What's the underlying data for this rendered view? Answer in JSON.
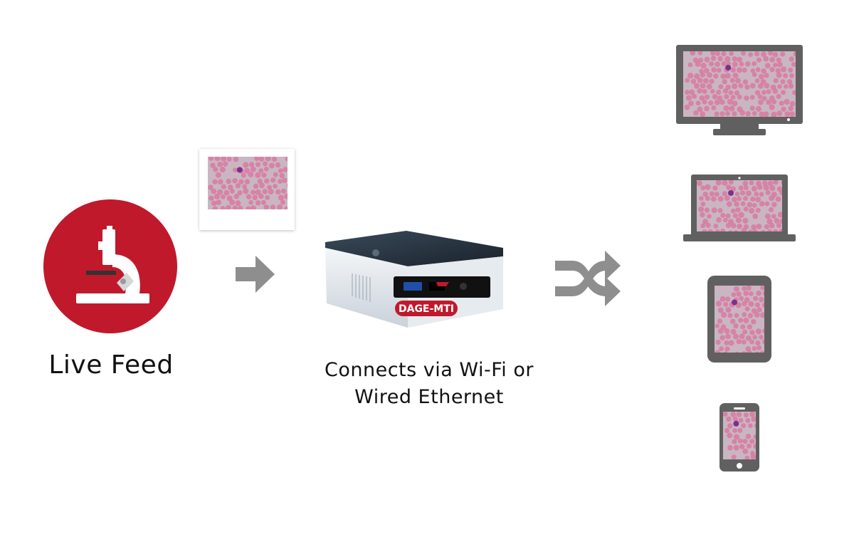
{
  "source": {
    "label": "Live Feed",
    "icon": "microscope-icon",
    "accent_color": "#c0192c"
  },
  "device": {
    "brand": "DAGE-MTI",
    "caption_line1": "Connects via Wi-Fi or",
    "caption_line2": "Wired Ethernet",
    "icon": "mini-pc-icon"
  },
  "flow": {
    "input_arrow_icon": "arrow-right-icon",
    "output_icon": "shuffle-icon",
    "arrow_color": "#8e8e8e"
  },
  "outputs": [
    {
      "device": "desktop-monitor"
    },
    {
      "device": "laptop"
    },
    {
      "device": "tablet"
    },
    {
      "device": "smartphone"
    }
  ],
  "specimen": {
    "cell_color": "#d87aa0",
    "highlight_cell_color": "#7e2f8e",
    "background_color": "#c9b6c2"
  }
}
